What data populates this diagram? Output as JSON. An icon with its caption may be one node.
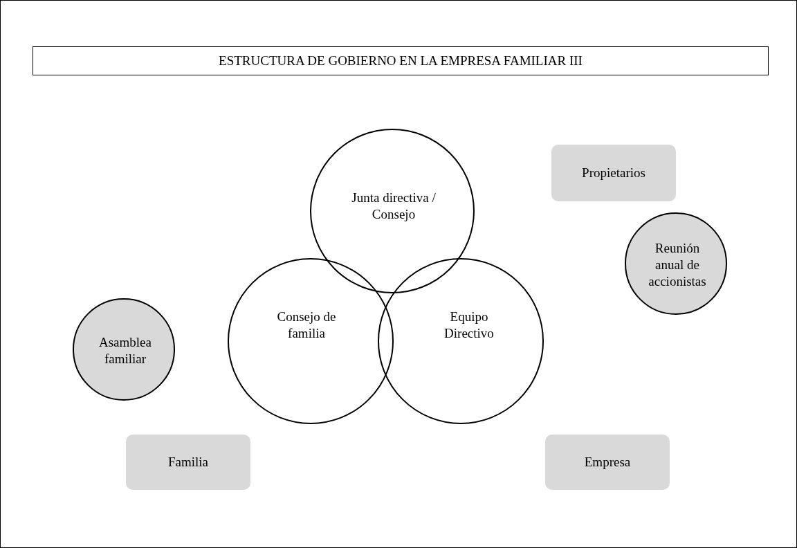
{
  "diagram": {
    "title": "ESTRUCTURA DE GOBIERNO EN LA EMPRESA FAMILIAR III",
    "nodes": [
      {
        "text": [
          "Propietarios"
        ]
      },
      {
        "text": [
          "Junta directiva / Consejo"
        ]
      },
      {
        "text": [
          "Reunión anual de accionistas"
        ]
      },
      {
        "text": [
          "Consejo de familia"
        ]
      },
      {
        "text": [
          "Equipo Directivo"
        ]
      },
      {
        "text": [
          "Asamblea familiar"
        ]
      },
      {
        "text": [
          "Familia"
        ]
      },
      {
        "text": [
          "Empresa"
        ]
      }
    ]
  }
}
